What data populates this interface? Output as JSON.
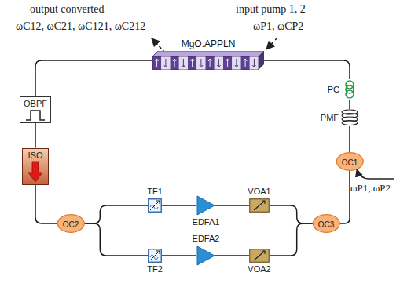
{
  "diagram": {
    "nodes": [
      {
        "text": [
          "MgO:APPLN"
        ]
      },
      {
        "text": [
          "OBPF"
        ]
      },
      {
        "text": [
          "PC"
        ]
      },
      {
        "text": [
          "PMF"
        ]
      },
      {
        "text": [
          "ISO"
        ]
      },
      {
        "text": [
          "OC1"
        ]
      },
      {
        "text": [
          "TF1"
        ]
      },
      {
        "text": [
          "EDFA1"
        ]
      },
      {
        "text": [
          "VOA1"
        ]
      },
      {
        "text": [
          "OC2"
        ]
      },
      {
        "text": [
          "OC3"
        ]
      },
      {
        "text": [
          "EDFA2"
        ]
      },
      {
        "text": [
          "TF2"
        ]
      },
      {
        "text": [
          "VOA2"
        ]
      }
    ],
    "edges": [
      {
        "from": 0,
        "to": 1,
        "arrow": "none"
      },
      {
        "from": 1,
        "to": 4,
        "arrow": "none"
      },
      {
        "from": 4,
        "to": 9,
        "arrow": "none"
      },
      {
        "from": 9,
        "to": 6,
        "arrow": "none"
      },
      {
        "from": 9,
        "to": 12,
        "arrow": "none"
      },
      {
        "from": 6,
        "to": 7,
        "arrow": "none"
      },
      {
        "from": 7,
        "to": 8,
        "arrow": "none"
      },
      {
        "from": 12,
        "to": 11,
        "arrow": "none"
      },
      {
        "from": 11,
        "to": 13,
        "arrow": "none"
      },
      {
        "from": 8,
        "to": 10,
        "arrow": "none"
      },
      {
        "from": 13,
        "to": 10,
        "arrow": "none"
      },
      {
        "from": 10,
        "to": 5,
        "arrow": "none"
      },
      {
        "from": 5,
        "to": 3,
        "arrow": "none"
      },
      {
        "from": 3,
        "to": 2,
        "arrow": "none"
      },
      {
        "from": 2,
        "to": 0,
        "arrow": "none"
      }
    ],
    "labels": [
      "output converted",
      "ωC12, ωC21, ωC121, ωC212",
      "input pump 1, 2",
      "ωP1, ωCP2",
      "ωP1, ωP2"
    ]
  }
}
